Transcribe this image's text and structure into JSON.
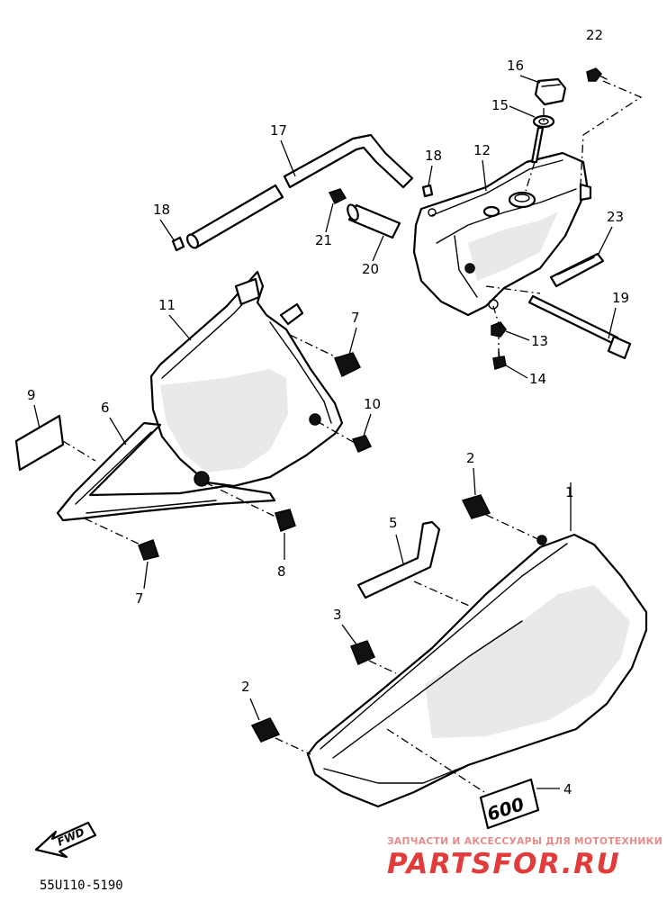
{
  "diagram": {
    "drawing_code": "55U110-5190",
    "fwd_label": "FWD",
    "emblem_text": "600",
    "callouts": {
      "c1": "1",
      "c2a": "2",
      "c2b": "2",
      "c3": "3",
      "c4": "4",
      "c5": "5",
      "c6": "6",
      "c7a": "7",
      "c7b": "7",
      "c8": "8",
      "c9": "9",
      "c10": "10",
      "c11": "11",
      "c12": "12",
      "c13": "13",
      "c14": "14",
      "c15": "15",
      "c16": "16",
      "c17": "17",
      "c18a": "18",
      "c18b": "18",
      "c19": "19",
      "c20": "20",
      "c21": "21",
      "c22": "22",
      "c23": "23"
    }
  },
  "watermark": {
    "tagline": "ЗАПЧАСТИ И АКСЕССУАРЫ ДЛЯ МОТОТЕХНИКИ",
    "logo": "PARTSFOR.RU",
    "logo_color": "#e23b3b",
    "tagline_color": "#e58b8b"
  }
}
